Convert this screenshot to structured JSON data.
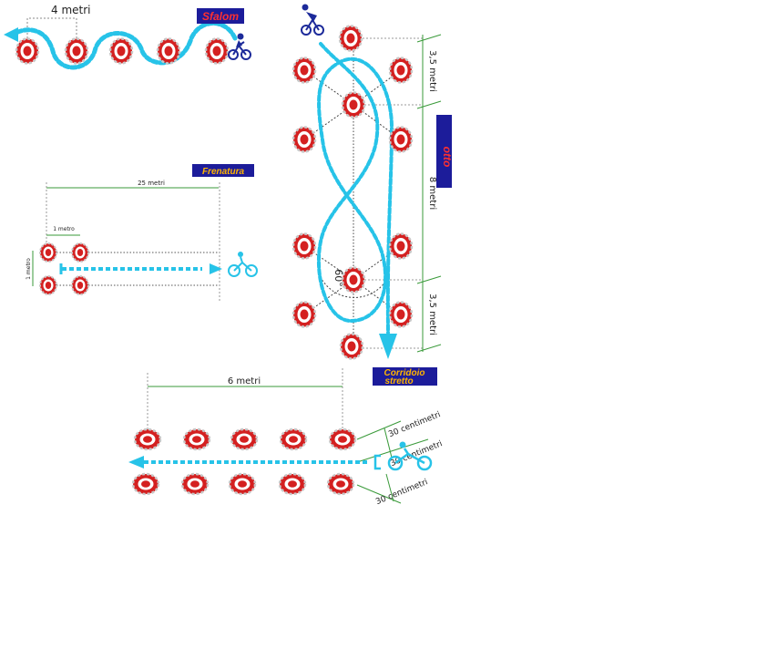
{
  "slalom": {
    "title": "Sfalom",
    "distance_label": "4 metri"
  },
  "frenatura": {
    "title": "Frenatura",
    "length_label": "25 metri",
    "spacing_label": "1 metro",
    "width_label": "1 metro"
  },
  "otto": {
    "title": "otto",
    "top_label": "3,5 metri",
    "middle_label": "8 metri",
    "bottom_label": "3,5 metri",
    "angle_label": "60°"
  },
  "corridoio": {
    "title_line1": "Corridoio",
    "title_line2": "stretto",
    "length_label": "6 metri",
    "gap_top_label": "30 centimetri",
    "gap_mid_label": "30 centimetri",
    "gap_bottom_label": "30 centimetri"
  },
  "colors": {
    "cone_red": "#d42020",
    "path_cyan": "#27c3e8",
    "badge_bg": "#1c1c9a",
    "badge_text_yellow": "#ffb400",
    "badge_text_red": "#ff3030",
    "dim_green": "#3a9a3a",
    "rider_navy": "#1c2a9a"
  }
}
